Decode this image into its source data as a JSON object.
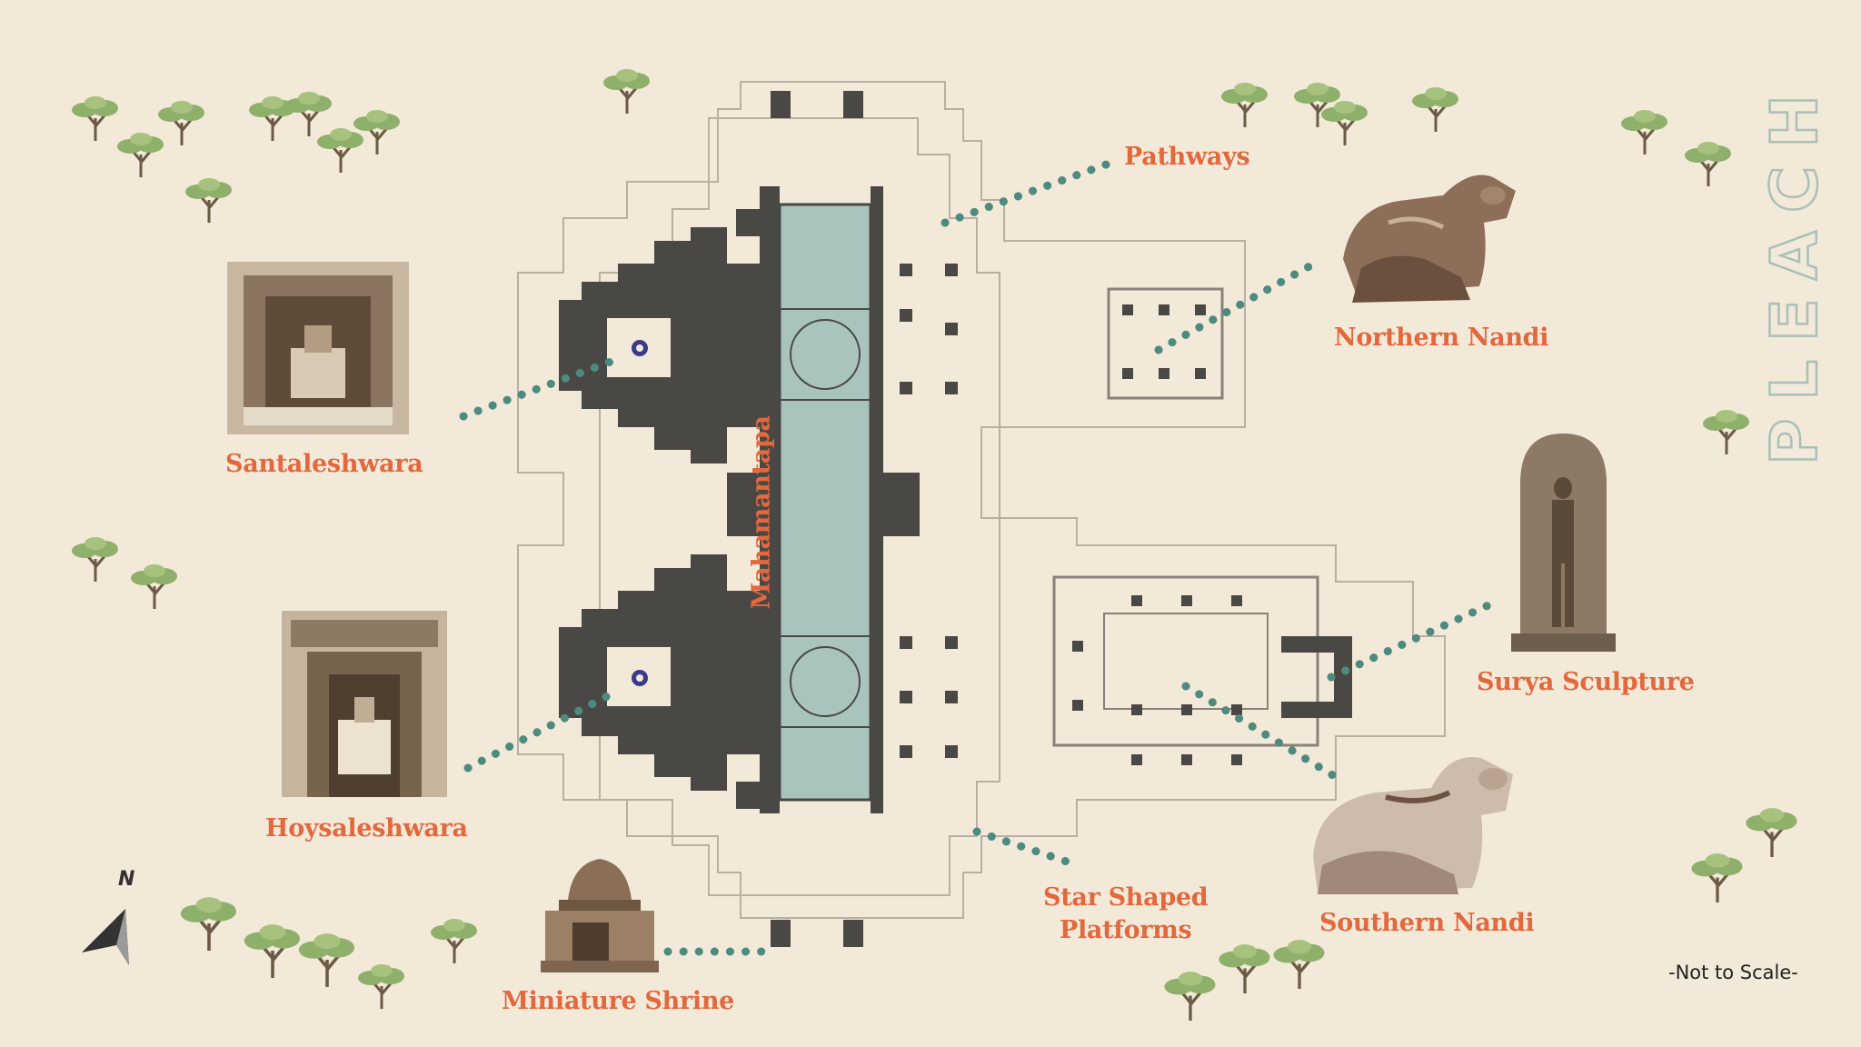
{
  "brand": "PLEACH",
  "scale_note": "-Not to Scale-",
  "north_label": "N",
  "labels": {
    "pathways": "Pathways",
    "northern_nandi": "Northern Nandi",
    "santaleshwara": "Santaleshwara",
    "mahamantapa": "Mahamantapa",
    "surya": "Surya Sculpture",
    "hoysaleshwara": "Hoysaleshwara",
    "southern_nandi": "Southern Nandi",
    "star_line1": "Star Shaped",
    "star_line2": "Platforms",
    "miniature": "Miniature Shrine"
  },
  "colors": {
    "background": "#f3e9d8",
    "label": "#e2683d",
    "leader": "#4d8a80",
    "plan_fill": "#4a4845",
    "hall_tint": "#a9c4bd",
    "tree": "#8fb06a",
    "trunk": "#6b5a45"
  }
}
